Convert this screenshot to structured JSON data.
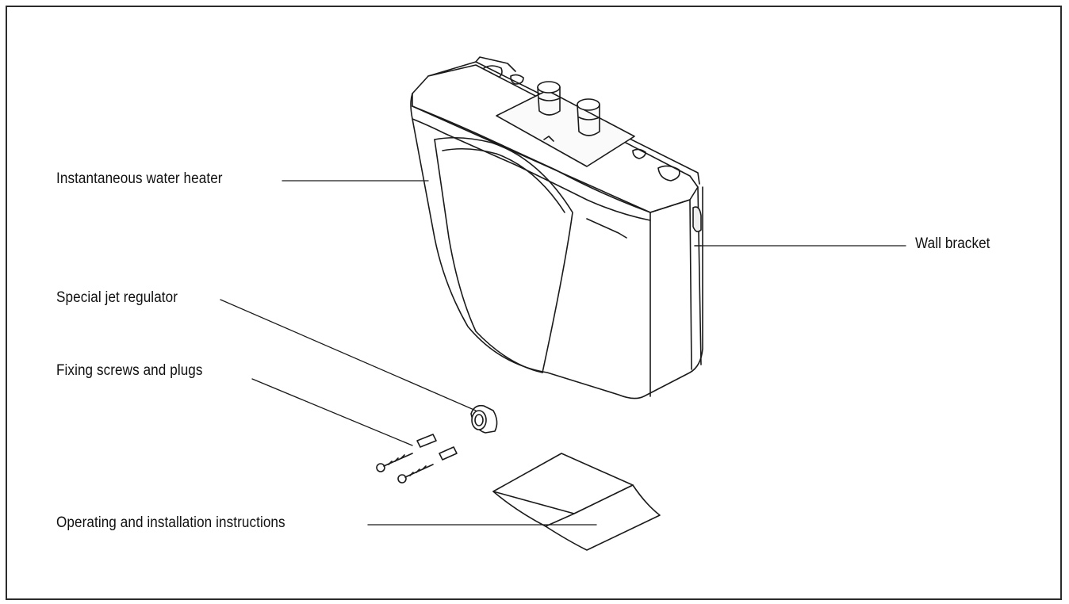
{
  "labels": {
    "heater": "Instantaneous water heater",
    "bracket": "Wall bracket",
    "jet_regulator": "Special jet regulator",
    "screws": "Fixing screws and plugs",
    "instructions": "Operating and installation instructions"
  },
  "colors": {
    "ink": "#111111",
    "line": "#1a1a1a",
    "shade": "#f4f4f4"
  }
}
